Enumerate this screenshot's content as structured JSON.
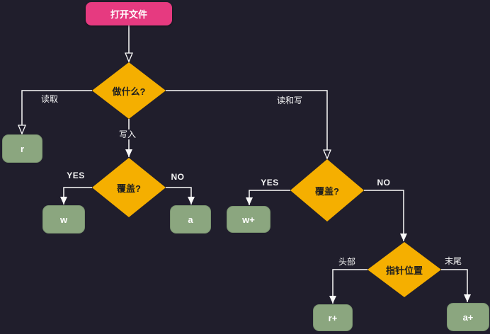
{
  "canvas": {
    "background_color": "#201e2c",
    "line_color": "#fafafa"
  },
  "colors": {
    "start_node": "#e63a80",
    "decision_node": "#f5af00",
    "result_node": "#8ba67f",
    "node_text_dark": "#1e1e1e",
    "node_text_light": "#ffffff"
  },
  "nodes": {
    "start": {
      "label": "打开文件",
      "type": "start"
    },
    "decision_what": {
      "label": "做什么?",
      "type": "decision"
    },
    "decision_overwrite_write": {
      "label": "覆盖?",
      "type": "decision"
    },
    "decision_overwrite_rw": {
      "label": "覆盖?",
      "type": "decision"
    },
    "decision_pointer": {
      "label": "指针位置",
      "type": "decision"
    },
    "result_r": {
      "label": "r",
      "type": "result"
    },
    "result_w": {
      "label": "w",
      "type": "result"
    },
    "result_a": {
      "label": "a",
      "type": "result"
    },
    "result_w_plus": {
      "label": "w+",
      "type": "result"
    },
    "result_r_plus": {
      "label": "r+",
      "type": "result"
    },
    "result_a_plus": {
      "label": "a+",
      "type": "result"
    }
  },
  "edge_labels": {
    "read": "读取",
    "write": "写入",
    "read_write": "读和写",
    "yes_write": "YES",
    "no_write": "NO",
    "yes_rw": "YES",
    "no_rw": "NO",
    "head": "头部",
    "tail": "末尾"
  }
}
